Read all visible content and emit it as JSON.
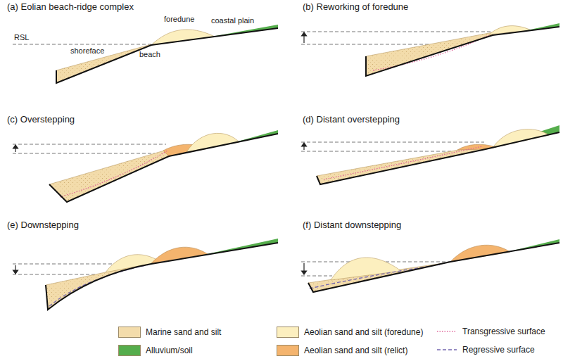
{
  "diagram": {
    "labels": [
      "(a) Eolian beach-ridge complex",
      "RSL",
      "shoreface",
      "beach",
      "foredune",
      "coastal plain",
      "(b) Reworking of foredune",
      "(c) Overstepping",
      "(d) Distant overstepping",
      "(e) Downstepping",
      "(f) Distant downstepping"
    ],
    "legend": [
      {
        "text": "Marine sand and silt",
        "color": "#f3dcab"
      },
      {
        "text": "Aeolian sand and silt (foredune)",
        "color": "#fcefbf"
      },
      {
        "text": "Transgressive surface"
      },
      {
        "text": "Alluvium/soil",
        "color": "#55ad4c"
      },
      {
        "text": "Aeolian sand and silt (relict)",
        "color": "#f4b46e"
      },
      {
        "text": "Regressive surface"
      }
    ]
  }
}
